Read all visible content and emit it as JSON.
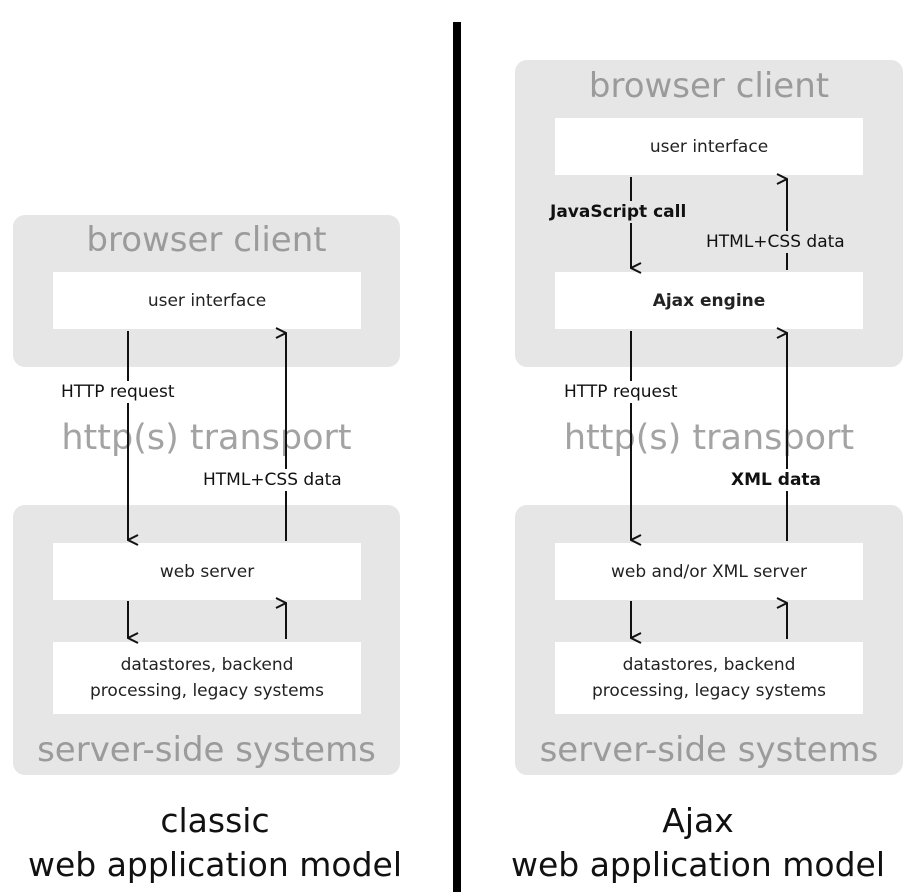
{
  "classic": {
    "browser_client_label": "browser client",
    "user_interface": "user interface",
    "http_request": "HTTP request",
    "transport": "http(s) transport",
    "response_data": "HTML+CSS data",
    "web_server": "web server",
    "datastores_line1": "datastores, backend",
    "datastores_line2": "processing, legacy systems",
    "server_side_label": "server-side systems",
    "caption_line1": "classic",
    "caption_line2": "web application model"
  },
  "ajax": {
    "browser_client_label": "browser client",
    "user_interface": "user interface",
    "javascript_call": "JavaScript call",
    "html_css_data": "HTML+CSS data",
    "ajax_engine": "Ajax engine",
    "http_request": "HTTP request",
    "transport": "http(s) transport",
    "xml_data": "XML data",
    "web_server": "web and/or XML server",
    "datastores_line1": "datastores, backend",
    "datastores_line2": "processing, legacy systems",
    "server_side_label": "server-side systems",
    "caption_line1": "Ajax",
    "caption_line2": "web application model"
  },
  "colors": {
    "panel": "#e6e6e6",
    "box": "#ffffff",
    "faint_text": "#9b9b9b",
    "arrow": "#111111"
  }
}
